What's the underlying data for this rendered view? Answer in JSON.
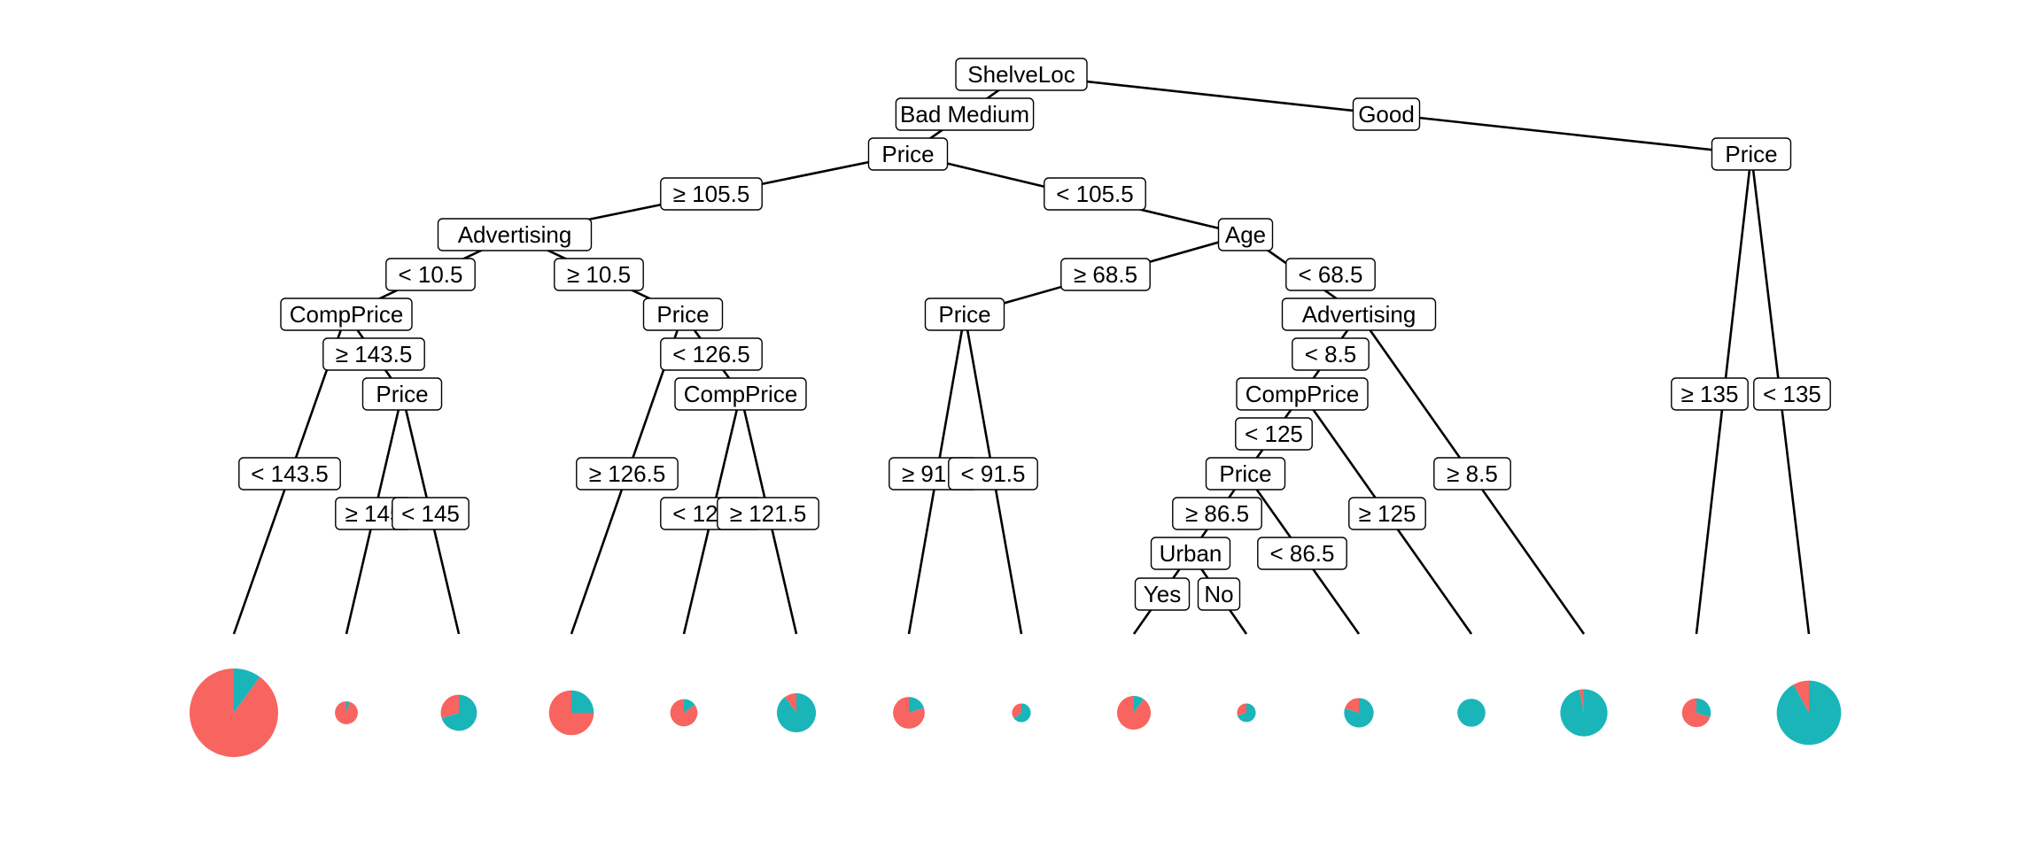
{
  "colors": {
    "class_a": "#F8645F",
    "class_b": "#1AB5B9",
    "line": "#000000",
    "box_border": "#000000",
    "box_fill": "#ffffff"
  },
  "nodes": [
    {
      "id": "n_root",
      "label": "ShelveLoc"
    },
    {
      "id": "n_price1",
      "label": "Price"
    },
    {
      "id": "n_price_good",
      "label": "Price"
    },
    {
      "id": "n_adv1",
      "label": "Advertising"
    },
    {
      "id": "n_age",
      "label": "Age"
    },
    {
      "id": "n_comp1",
      "label": "CompPrice"
    },
    {
      "id": "n_price2",
      "label": "Price"
    },
    {
      "id": "n_price3",
      "label": "Price"
    },
    {
      "id": "n_comp2",
      "label": "CompPrice"
    },
    {
      "id": "n_price4",
      "label": "Price"
    },
    {
      "id": "n_adv2",
      "label": "Advertising"
    },
    {
      "id": "n_comp3",
      "label": "CompPrice"
    },
    {
      "id": "n_price5",
      "label": "Price"
    },
    {
      "id": "n_urban",
      "label": "Urban"
    }
  ],
  "edges": [
    {
      "id": "e_root_l",
      "label": "Bad Medium"
    },
    {
      "id": "e_root_r",
      "label": "Good"
    },
    {
      "id": "e_p1_l",
      "label": "≥  105.5"
    },
    {
      "id": "e_p1_r",
      "label": "<  105.5"
    },
    {
      "id": "e_a1_l",
      "label": "<  10.5"
    },
    {
      "id": "e_a1_r",
      "label": "≥  10.5"
    },
    {
      "id": "e_c1_l",
      "label": "<  143.5"
    },
    {
      "id": "e_c1_r",
      "label": "≥  143.5"
    },
    {
      "id": "e_p2_l",
      "label": "≥  145"
    },
    {
      "id": "e_p2_r",
      "label": "<  145"
    },
    {
      "id": "e_p3_l",
      "label": "≥  126.5"
    },
    {
      "id": "e_p3_r",
      "label": "<  126.5"
    },
    {
      "id": "e_c2_l",
      "label": "<  121.5"
    },
    {
      "id": "e_c2_r",
      "label": "≥  121.5"
    },
    {
      "id": "e_age_l",
      "label": "≥  68.5"
    },
    {
      "id": "e_age_r",
      "label": "<  68.5"
    },
    {
      "id": "e_p4_l",
      "label": "≥  91.5"
    },
    {
      "id": "e_p4_r",
      "label": "<  91.5"
    },
    {
      "id": "e_a2_l",
      "label": "<  8.5"
    },
    {
      "id": "e_a2_r",
      "label": "≥  8.5"
    },
    {
      "id": "e_c3_l",
      "label": "<  125"
    },
    {
      "id": "e_c3_r",
      "label": "≥  125"
    },
    {
      "id": "e_p5_l",
      "label": "≥  86.5"
    },
    {
      "id": "e_p5_r",
      "label": "<  86.5"
    },
    {
      "id": "e_u_l",
      "label": "Yes"
    },
    {
      "id": "e_u_r",
      "label": "No"
    },
    {
      "id": "e_pg_l",
      "label": "≥  135"
    },
    {
      "id": "e_pg_r",
      "label": "<  135"
    }
  ],
  "leaves": [
    {
      "id": "leaf1",
      "n": 180,
      "share_b": 0.1
    },
    {
      "id": "leaf2",
      "n": 12,
      "share_a": 0.95
    },
    {
      "id": "leaf3",
      "n": 30,
      "share_b": 0.7
    },
    {
      "id": "leaf4",
      "n": 46,
      "share_a": 0.75
    },
    {
      "id": "leaf5",
      "n": 17,
      "share_a": 0.85
    },
    {
      "id": "leaf6",
      "n": 35,
      "share_b": 0.9
    },
    {
      "id": "leaf7",
      "n": 23,
      "share_a": 0.8
    },
    {
      "id": "leaf8",
      "n": 8,
      "share_b": 0.65
    },
    {
      "id": "leaf9",
      "n": 26,
      "share_a": 0.9
    },
    {
      "id": "leaf10",
      "n": 8,
      "share_b": 0.7
    },
    {
      "id": "leaf11",
      "n": 20,
      "share_b": 0.8
    },
    {
      "id": "leaf12",
      "n": 18,
      "share_b": 1.0
    },
    {
      "id": "leaf13",
      "n": 51,
      "share_b": 0.97
    },
    {
      "id": "leaf14",
      "n": 19,
      "share_a": 0.7
    },
    {
      "id": "leaf15",
      "n": 95,
      "share_b": 0.92
    }
  ]
}
